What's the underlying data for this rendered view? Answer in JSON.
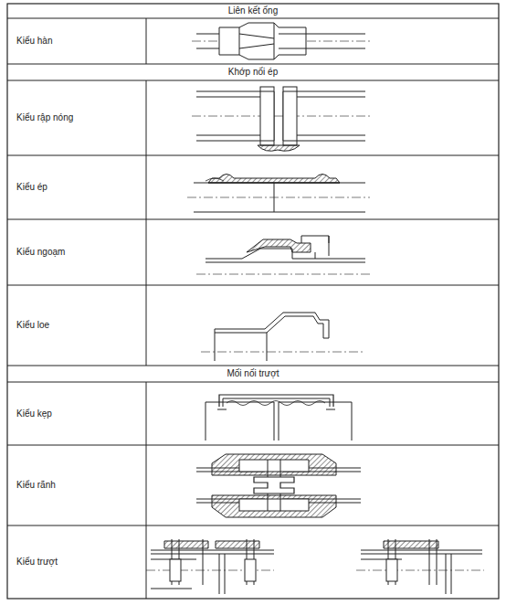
{
  "diagram": {
    "labels": [
      "Liên kết ống",
      "Kiểu hàn",
      "Khớp nối ép",
      "Kiểu rập nóng",
      "Kiểu ép",
      "Kiểu ngoạm",
      "Kiểu loe",
      "Mối nối trượt",
      "Kiểu kẹp",
      "Kiểu rãnh",
      "Kiểu trượt"
    ]
  }
}
